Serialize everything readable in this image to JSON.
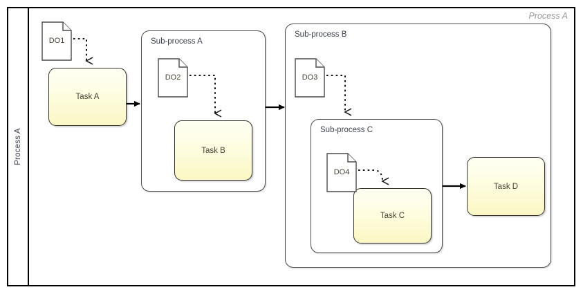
{
  "diagram": {
    "type": "bpmn-process-diagram",
    "pool_title": "Process A",
    "lane_label": "Process A"
  },
  "subprocesses": [
    {
      "id": "sub-a",
      "label": "Sub-process A"
    },
    {
      "id": "sub-b",
      "label": "Sub-process B"
    },
    {
      "id": "sub-c",
      "label": "Sub-process C"
    }
  ],
  "tasks": [
    {
      "id": "task-a",
      "label": "Task A"
    },
    {
      "id": "task-b",
      "label": "Task B"
    },
    {
      "id": "task-c",
      "label": "Task C"
    },
    {
      "id": "task-d",
      "label": "Task D"
    }
  ],
  "data_objects": [
    {
      "id": "do1",
      "label": "DO1"
    },
    {
      "id": "do2",
      "label": "DO2"
    },
    {
      "id": "do3",
      "label": "DO3"
    },
    {
      "id": "do4",
      "label": "DO4"
    }
  ],
  "connections": [
    {
      "id": "do1-to-task-a",
      "kind": "association",
      "from": "DO1",
      "to": "Task A"
    },
    {
      "id": "task-a-to-sub-a",
      "kind": "sequence-flow",
      "from": "Task A",
      "to": "Sub-process A"
    },
    {
      "id": "do2-to-task-b",
      "kind": "association",
      "from": "DO2",
      "to": "Task B"
    },
    {
      "id": "sub-a-to-sub-b",
      "kind": "sequence-flow",
      "from": "Sub-process A",
      "to": "Sub-process B"
    },
    {
      "id": "do3-to-sub-c",
      "kind": "association",
      "from": "DO3",
      "to": "Sub-process C"
    },
    {
      "id": "do4-to-task-c",
      "kind": "association",
      "from": "DO4",
      "to": "Task C"
    },
    {
      "id": "sub-c-to-task-d",
      "kind": "sequence-flow",
      "from": "Sub-process C",
      "to": "Task D"
    }
  ],
  "colors": {
    "task_fill_top": "#fffff3",
    "task_fill_bottom": "#fbf7c4",
    "task_stroke": "#33322e",
    "label_text": "#3b3f4a",
    "task_text": "#4a4336",
    "pool_title_text": "#9a9a9a",
    "pool_stroke": "#000000",
    "subprocess_stroke": "#4a4a4a",
    "connector_stroke": "#000000",
    "canvas_background": "#ffffff"
  }
}
